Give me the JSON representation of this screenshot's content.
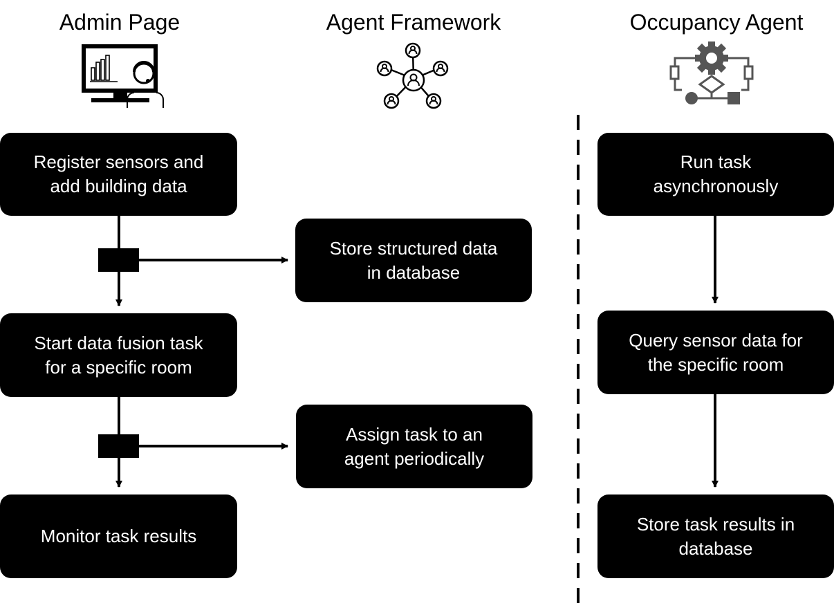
{
  "columns": {
    "admin": {
      "title": "Admin Page",
      "icon": "monitor-dashboard-icon"
    },
    "framework": {
      "title": "Agent Framework",
      "icon": "agent-network-icon"
    },
    "occupancy": {
      "title": "Occupancy Agent",
      "icon": "gear-workflow-icon"
    }
  },
  "steps": {
    "register": "Register sensors and\nadd building data",
    "store_structured": "Store structured data\nin database",
    "start_fusion": "Start data fusion task\nfor a specific room",
    "assign_task": "Assign task to an\nagent periodically",
    "monitor": "Monitor task results",
    "run_task": "Run task\nasynchronously",
    "query_sensor": "Query sensor data for\nthe specific room",
    "store_results": "Store task results in\ndatabase"
  },
  "colors": {
    "box": "#000000",
    "box_text": "#ffffff",
    "icon_gray": "#555555"
  }
}
